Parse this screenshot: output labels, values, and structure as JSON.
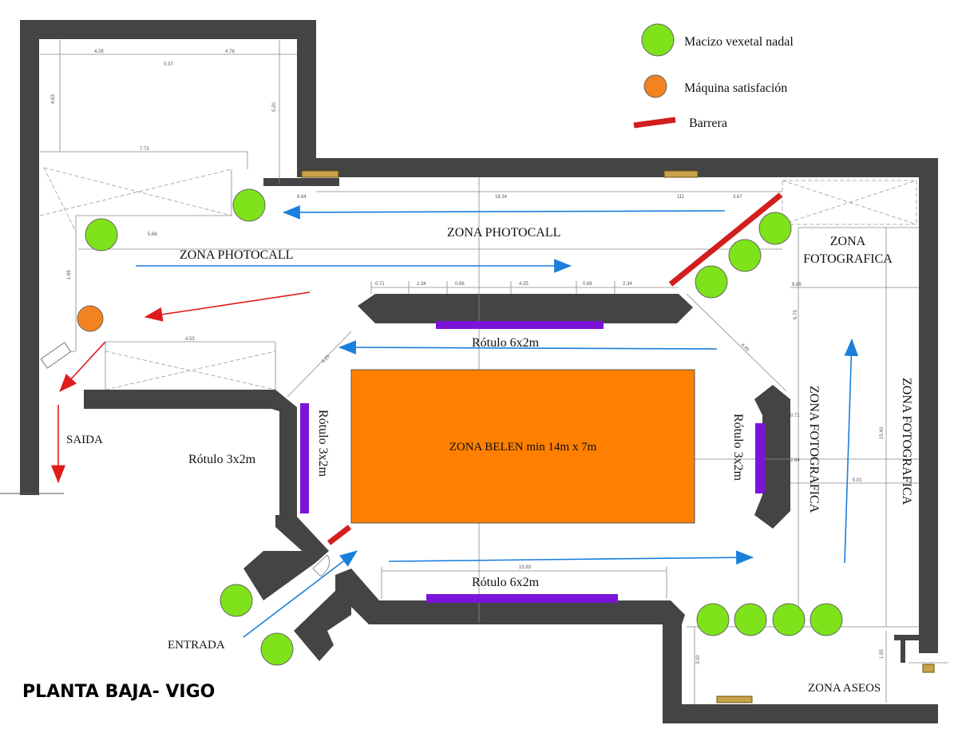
{
  "legend": {
    "plant": "Macizo vexetal nadal",
    "machine": "Máquina satisfación",
    "barrier": "Barrera"
  },
  "title": "PLANTA BAJA- VIGO",
  "labels": {
    "photocall_left": "ZONA PHOTOCALL",
    "photocall_top": "ZONA PHOTOCALL",
    "foto_top_line1": "ZONA",
    "foto_top_line2": "FOTOGRAFICA",
    "foto_vertical_1": "ZONA FOTOGRAFICA",
    "foto_vertical_2": "ZONA FOTOGRAFICA",
    "belen": "ZONA BELEN min 14m x 7m",
    "rotulo_top": "Rótulo 6x2m",
    "rotulo_bottom": "Rótulo 6x2m",
    "rotulo_left_outer": "Rótulo 3x2m",
    "rotulo_left_vertical": "Rótulo 3x2m",
    "rotulo_right_vertical": "Rótulo 3x2m",
    "saida": "SAIDA",
    "entrada": "ENTRADA",
    "aseos": "ZONA ASEOS"
  },
  "dimensions": {
    "d1": "4.28",
    "d2": "4.78",
    "d3": "0.37",
    "d4": "7.73",
    "d5": "4.63",
    "d6": "5.20",
    "d7": "8.64",
    "d8": "18.34",
    "d9": "111",
    "d10": "3.67",
    "d11": "5.66",
    "d12": "0.71",
    "d13": "2.34",
    "d14": "0.66",
    "d15": "4.25",
    "d16": "0.66",
    "d17": "2.34",
    "d18": "4.53",
    "d19": "15.93",
    "d20": "5.01",
    "d21": "9.85",
    "d22": "6.75",
    "d23": "1.69",
    "d24": "4.25",
    "d25": "4.40",
    "d26": "0.71",
    "d27": "2.84",
    "d28": "15.40",
    "d29": "3.00",
    "d30": "1.55"
  },
  "colors": {
    "wall": "#444444",
    "plant": "#7ee31a",
    "machine": "#f28320",
    "barrier": "#d21e1e",
    "belen_zone": "#ff7f00",
    "rotulo": "#7b14d8",
    "flow_arrow": "#1a7fdc",
    "exit_arrow": "#e01b1b"
  }
}
